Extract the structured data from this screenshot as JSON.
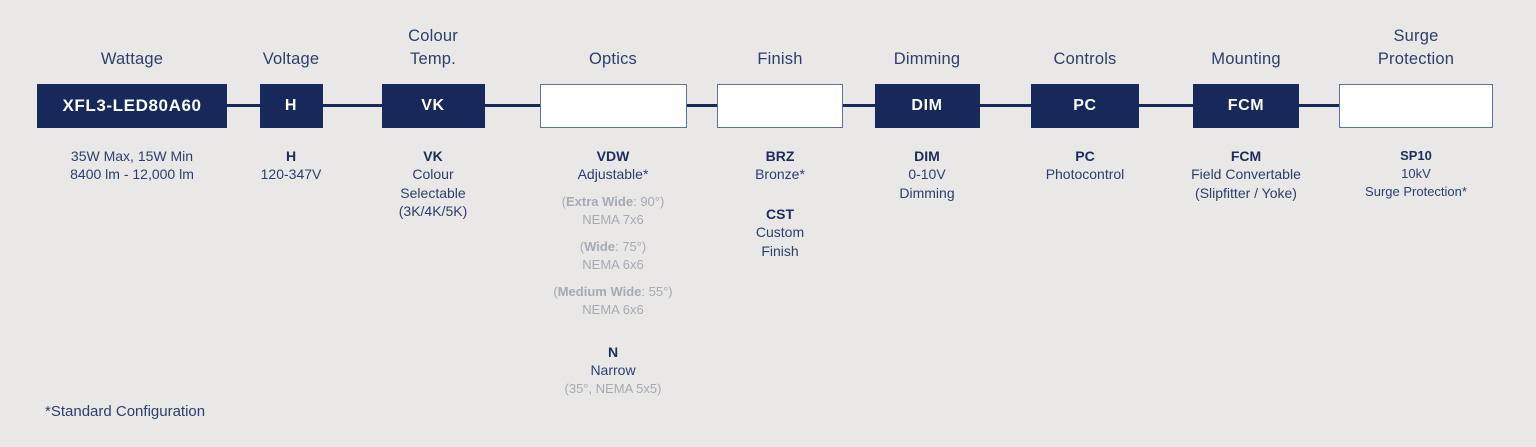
{
  "colors": {
    "background": "#e9e8e6",
    "navy": "#17285a",
    "navy_text": "#2c3e6d",
    "navy_deep": "#1b2d5e",
    "gray": "#a6aab3",
    "border": "#5c739c"
  },
  "footnote": "*Standard Configuration",
  "columns": [
    {
      "header": "Wattage",
      "code": "XFL3-LED80A60",
      "spec_line1": "35W Max, 15W Min",
      "spec_line2": "8400 lm - 12,000 lm"
    },
    {
      "header": "Voltage",
      "code": "H",
      "option_code": "H",
      "option_desc": "120-347V"
    },
    {
      "header": "Colour\nTemp.",
      "code": "VK",
      "option_code": "VK",
      "option_desc": "Colour\nSelectable\n(3K/4K/5K)"
    },
    {
      "header": "Optics",
      "code": "",
      "option_code": "VDW",
      "option_name": "Adjustable*",
      "angles": [
        {
          "prefix": "(",
          "bold": "Extra Wide",
          "suffix": ": 90°)",
          "nema": "NEMA 7x6"
        },
        {
          "prefix": "(",
          "bold": "Wide",
          "suffix": ": 75°)",
          "nema": "NEMA 6x6"
        },
        {
          "prefix": "(",
          "bold": "Medium Wide",
          "suffix": ": 55°)",
          "nema": "NEMA 6x6"
        }
      ],
      "narrow_code": "N",
      "narrow_name": "Narrow",
      "narrow_detail": "(35°, NEMA 5x5)"
    },
    {
      "header": "Finish",
      "code": "",
      "options": [
        {
          "code": "BRZ",
          "name": "Bronze*"
        },
        {
          "code": "CST",
          "name": "Custom\nFinish"
        }
      ]
    },
    {
      "header": "Dimming",
      "code": "DIM",
      "option_code": "DIM",
      "option_desc": "0-10V\nDimming"
    },
    {
      "header": "Controls",
      "code": "PC",
      "option_code": "PC",
      "option_desc": "Photocontrol"
    },
    {
      "header": "Mounting",
      "code": "FCM",
      "option_code": "FCM",
      "option_desc": "Field Convertable\n(Slipfitter / Yoke)"
    },
    {
      "header": "Surge\nProtection",
      "code": "",
      "option_code": "SP10",
      "option_desc": "10kV\nSurge Protection*"
    }
  ]
}
